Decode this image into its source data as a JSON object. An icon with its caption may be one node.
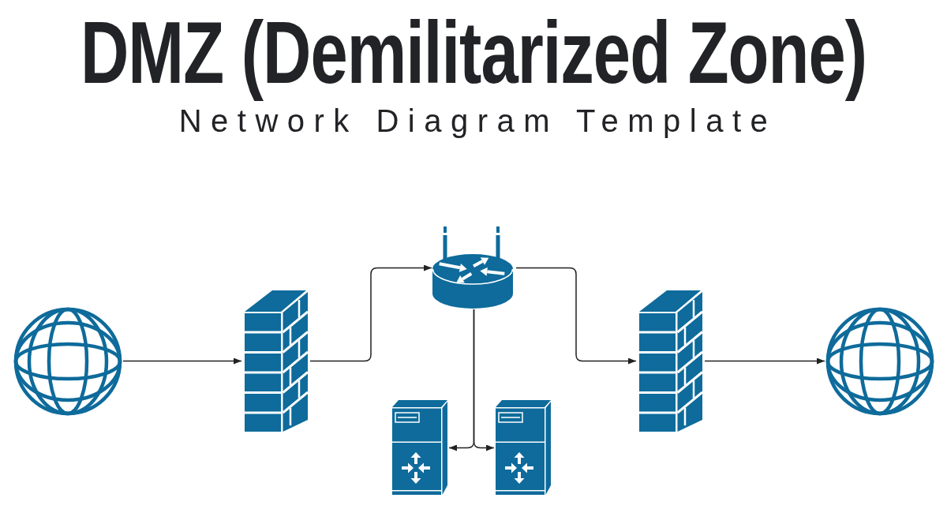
{
  "diagram": {
    "title": "DMZ (Demilitarized Zone)",
    "nodes": [
      {
        "text": [],
        "shape": "picture"
      },
      {
        "text": [],
        "shape": "picture"
      },
      {
        "text": [],
        "shape": "picture"
      },
      {
        "text": [],
        "shape": "picture"
      },
      {
        "text": [],
        "shape": "picture"
      },
      {
        "text": [],
        "shape": "picture"
      },
      {
        "text": [],
        "shape": "picture"
      }
    ],
    "edges": [
      {
        "from": 0,
        "to": 1,
        "arrow": "to"
      },
      {
        "from": 1,
        "to": 2,
        "arrow": "to"
      },
      {
        "from": 2,
        "to": 3,
        "arrow": "to"
      },
      {
        "from": 3,
        "to": 4,
        "arrow": "to"
      },
      {
        "from": 2,
        "to": 5,
        "arrow": "to"
      },
      {
        "from": 2,
        "to": 6,
        "arrow": "to"
      }
    ],
    "labels": [
      "Network Diagram Template"
    ]
  }
}
